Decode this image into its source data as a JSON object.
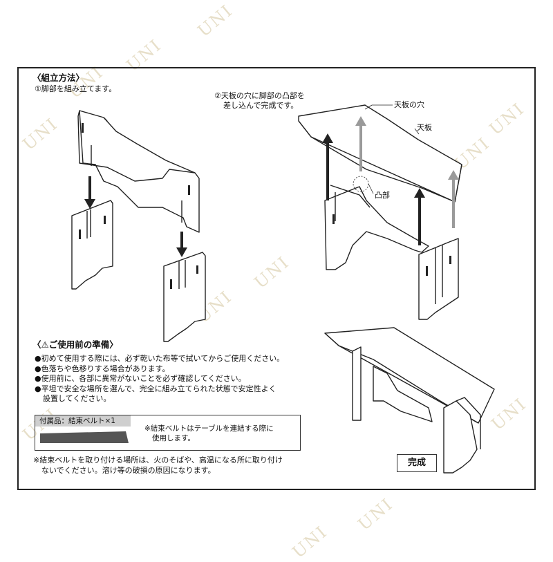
{
  "instructions": {
    "assembly_title": "〈組立方法〉",
    "step1": "①脚部を組み立てます。",
    "step2_line1": "②天板の穴に脚部の凸部を",
    "step2_line2": "差し込んで完成です。",
    "label_top_hole": "天板の穴",
    "label_top_board": "天板",
    "label_protrusion": "凸部",
    "completed": "完成"
  },
  "precautions": {
    "title": "〈⚠ご使用前の準備〉",
    "bullets": [
      "●初めて使用する際には、必ず乾いた布等で拭いてからご使用ください。",
      "●色落ちや色移りする場合があります。",
      "●使用前に、各部に異常がないことを必ず確認してください。",
      "●平坦で安全な場所を選んで、完全に組み立てられた状態で安定性よく",
      "設置してください。"
    ]
  },
  "accessory": {
    "heading": "付属品：結束ベルト×1",
    "note_line1": "※結束ベルトはテーブルを連結する際に",
    "note_line2": "使用します。"
  },
  "footnote": {
    "line1": "※結束ベルトを取り付ける場所は、火のそばや、高温になる所に取り付け",
    "line2": "ないでください。溶け等の破損の原因になります。"
  },
  "watermark": {
    "text": "UNI",
    "color": "#e7dfc9"
  }
}
